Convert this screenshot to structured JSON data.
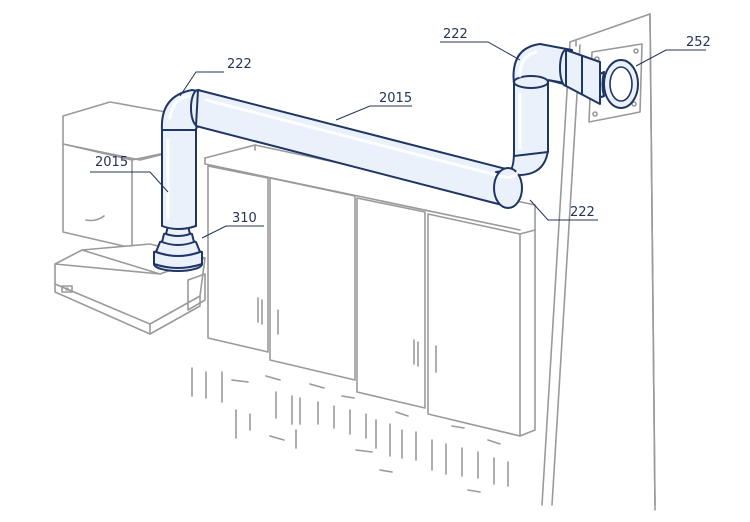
{
  "labels": {
    "elbow_front_left": "222",
    "elbow_top_right": "222",
    "elbow_bottom_right": "222",
    "duct_long": "2015",
    "duct_vertical": "2015",
    "reducer": "310",
    "wall_plate": "252"
  },
  "colors": {
    "line_art": "#9a9a9a",
    "duct_stroke": "#1f3564",
    "duct_fill": "#eaf1fa",
    "label_text": "#23345a"
  }
}
